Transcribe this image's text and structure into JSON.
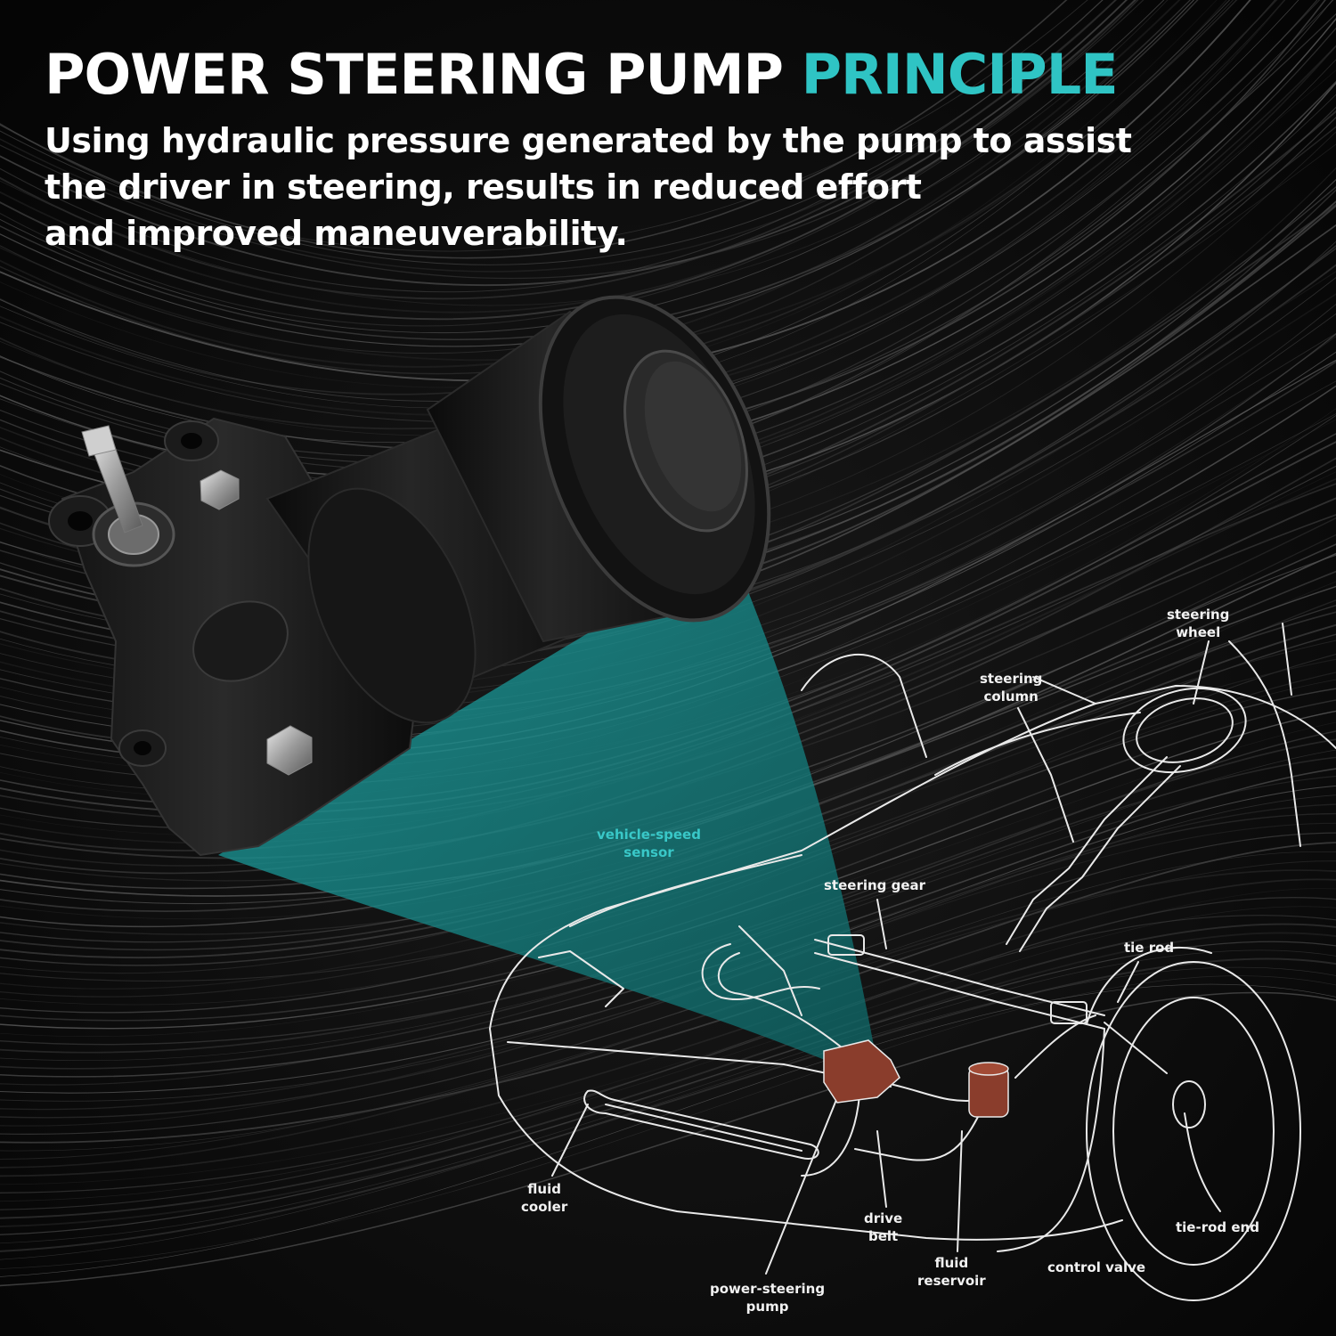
{
  "header": {
    "title_main": "POWER STEERING PUMP",
    "title_accent": "PRINCIPLE",
    "subtitle_lines": [
      "Using hydraulic pressure generated by the pump to assist",
      "the driver in steering, results in reduced effort",
      "and improved maneuverability."
    ]
  },
  "diagram": {
    "labels": {
      "steering_wheel": [
        "steering",
        "wheel"
      ],
      "steering_column": [
        "steering",
        "column"
      ],
      "vehicle_speed_sensor": [
        "vehicle-speed",
        "sensor"
      ],
      "steering_gear": [
        "steering gear"
      ],
      "tie_rod": [
        "tie rod"
      ],
      "fluid_cooler": [
        "fluid",
        "cooler"
      ],
      "drive_belt": [
        "drive",
        "belt"
      ],
      "tie_rod_end": [
        "tie-rod end"
      ],
      "fluid_reservoir": [
        "fluid",
        "reservoir"
      ],
      "control_valve": [
        "control valve"
      ],
      "power_steering_pump": [
        "power-steering",
        "pump"
      ]
    }
  },
  "colors": {
    "accent": "#2fc4c4",
    "background": "#0a0a0a",
    "highlight_parts": "#8a3d2c"
  }
}
